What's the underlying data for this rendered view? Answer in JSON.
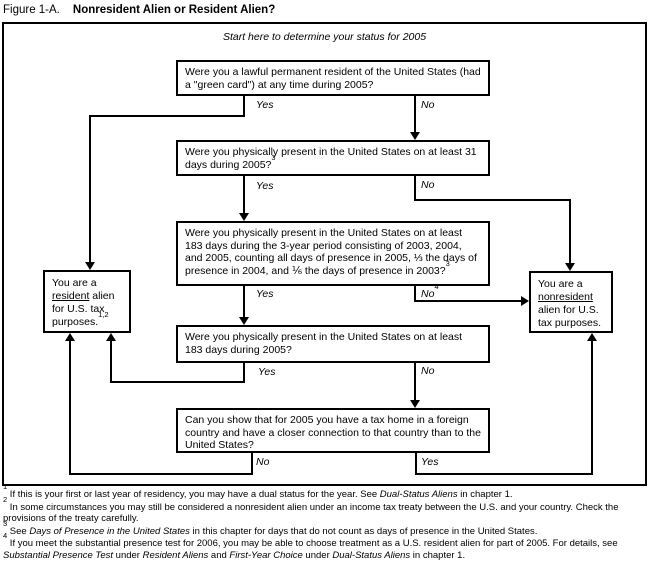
{
  "title": {
    "prefix": "Figure 1-A.",
    "main": "Nonresident Alien or Resident Alien?"
  },
  "start_label": "Start here to determine your status for 2005",
  "questions": {
    "q1": {
      "segments": [
        {
          "t": "Were you a lawful permanent resident of the United States (had a \"green card\") at any time during 2005?"
        }
      ]
    },
    "q2": {
      "segments": [
        {
          "t": "Were you physically present in the United States on at least 31 days during 2005?"
        },
        {
          "t": "3",
          "s": "sup"
        }
      ]
    },
    "q3": {
      "segments": [
        {
          "t": "Were you physically present in the United States on at least 183 days during the 3-year period consisting of 2003, 2004, and 2005, counting all days of presence in 2005, ⅓ the days of presence in 2004, and ⅙ the days of presence in 2003?"
        },
        {
          "t": "3",
          "s": "sup"
        }
      ]
    },
    "q4": {
      "segments": [
        {
          "t": "Were you physically present in the United States on at least 183 days during 2005?"
        }
      ]
    },
    "q5": {
      "segments": [
        {
          "t": "Can you show that for 2005 you have a tax home in a foreign country and have a closer connection to that country than to the United States?"
        }
      ]
    }
  },
  "results": {
    "resident": {
      "segments": [
        {
          "t": "You are a "
        },
        {
          "t": "resident",
          "s": "u"
        },
        {
          "t": " alien for U.S. tax purposes."
        },
        {
          "t": "1,2",
          "s": "sup"
        }
      ]
    },
    "nonresident": {
      "segments": [
        {
          "t": "You are a "
        },
        {
          "t": "nonresident",
          "s": "u"
        },
        {
          "t": " alien for U.S. tax purposes."
        }
      ]
    }
  },
  "labels": {
    "q1_yes": "Yes",
    "q1_no": "No",
    "q2_yes": "Yes",
    "q2_no": "No",
    "q3_yes": "Yes",
    "q3_no_segments": [
      {
        "t": "No"
      },
      {
        "t": "4",
        "s": "sup"
      }
    ],
    "q4_yes": "Yes",
    "q4_no": "No",
    "q5_no": "No",
    "q5_yes": "Yes"
  },
  "footnotes": [
    {
      "segments": [
        {
          "t": "1",
          "s": "sup"
        },
        {
          "t": " If this is your first or last year of residency, you may have a dual status for the year. See "
        },
        {
          "t": "Dual-Status Aliens",
          "s": "i"
        },
        {
          "t": " in chapter 1."
        }
      ]
    },
    {
      "segments": [
        {
          "t": "2",
          "s": "sup"
        },
        {
          "t": " In some circumstances you may still be considered a nonresident alien under an income tax treaty between the U.S. and your country. Check the provisions of the treaty carefully."
        }
      ]
    },
    {
      "segments": [
        {
          "t": "3",
          "s": "sup"
        },
        {
          "t": " See "
        },
        {
          "t": "Days of Presence in the United States",
          "s": "i"
        },
        {
          "t": " in this chapter for days that do not count as days of presence in the United States."
        }
      ]
    },
    {
      "segments": [
        {
          "t": "4",
          "s": "sup"
        },
        {
          "t": " If you meet the substantial presence test for 2006, you may be able to choose treatment as a U.S. resident alien for part of 2005. For details, see "
        },
        {
          "t": "Substantial Presence Test",
          "s": "i"
        },
        {
          "t": " under "
        },
        {
          "t": "Resident Aliens",
          "s": "i"
        },
        {
          "t": " and "
        },
        {
          "t": "First-Year Choice",
          "s": "i"
        },
        {
          "t": " under "
        },
        {
          "t": "Dual-Status Aliens",
          "s": "i"
        },
        {
          "t": " in chapter 1."
        }
      ]
    }
  ]
}
